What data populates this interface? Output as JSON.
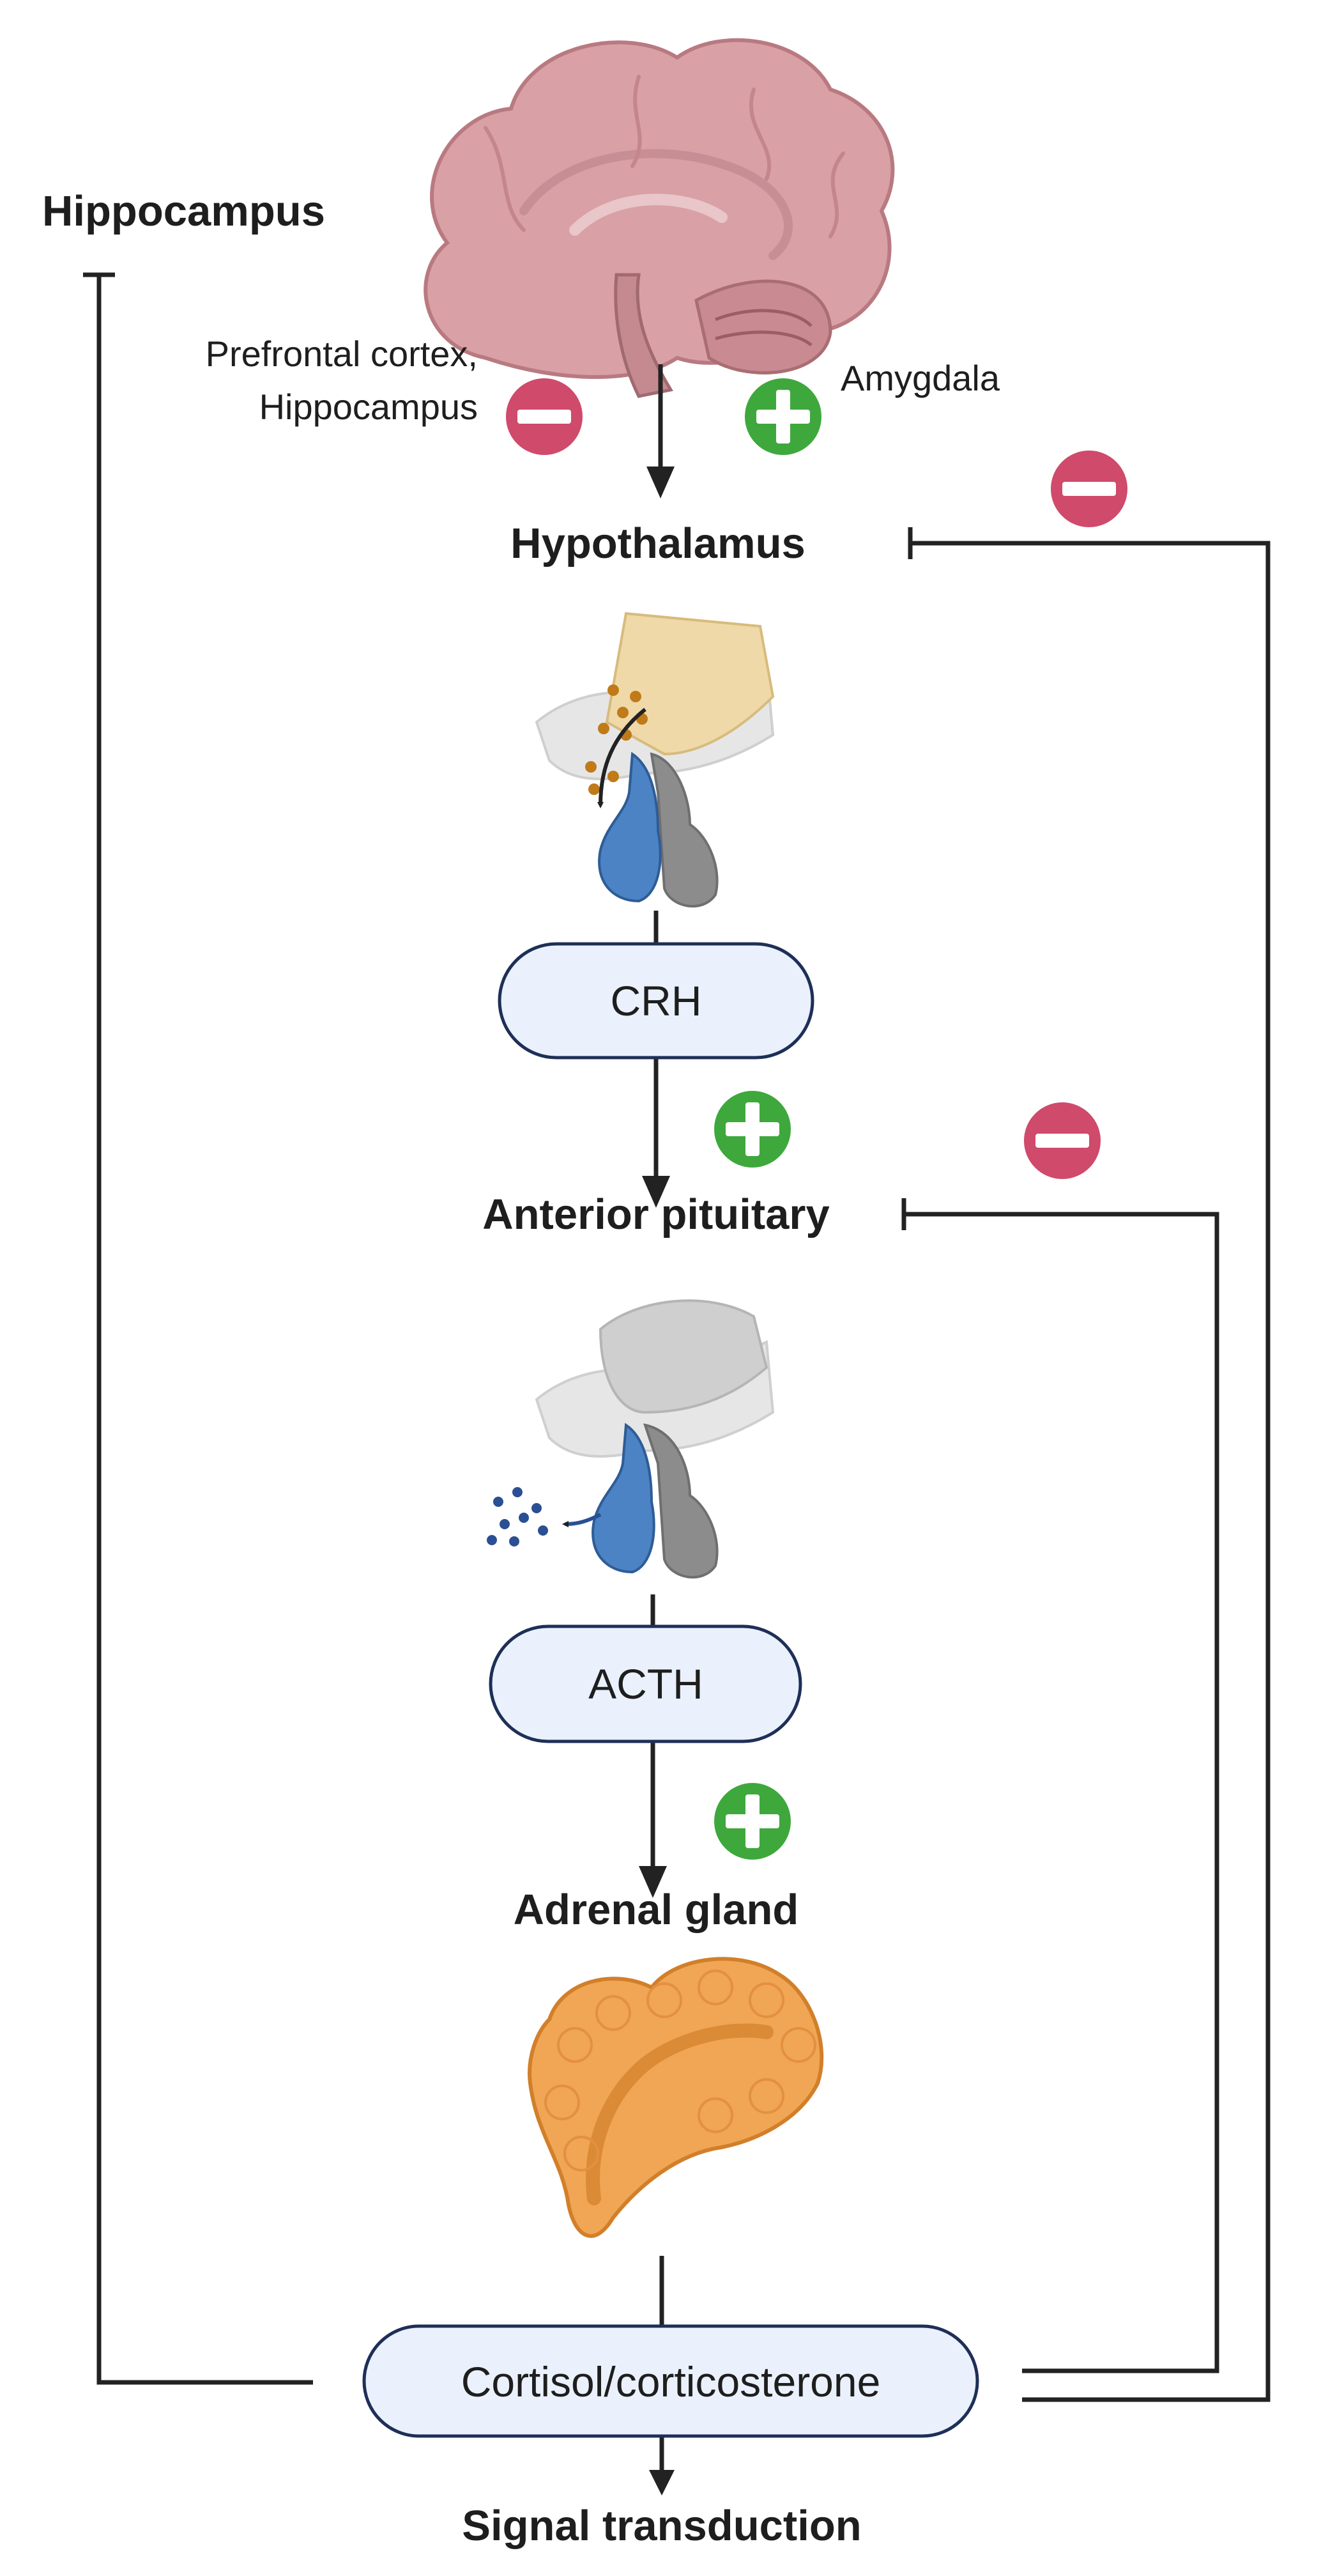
{
  "labels": {
    "hippocampus": "Hippocampus",
    "inhibitors_line1": "Prefrontal cortex,",
    "inhibitors_line2": "Hippocampus",
    "amygdala": "Amygdala",
    "hypothalamus": "Hypothalamus",
    "anterior_pituitary": "Anterior pituitary",
    "adrenal_gland": "Adrenal gland",
    "signal_transduction": "Signal transduction"
  },
  "boxes": {
    "crh": "CRH",
    "acth": "ACTH",
    "cortisol": "Cortisol/corticosterone"
  },
  "signs": {
    "minus": "−",
    "plus": "+"
  },
  "colors": {
    "line": "#222222",
    "box_fill": "#eaf1fc",
    "box_stroke": "#1e2f57",
    "inhibit": "#cf4a6b",
    "stimulate": "#3ea83c",
    "brain": "#d9a0a6",
    "brain_dark": "#b87a80",
    "hypothalamus_tissue": "#f0d9a8",
    "pituitary_anterior": "#4c83c4",
    "pituitary_posterior": "#8c8c8c",
    "adrenal": "#f0a654",
    "adrenal_dark": "#d27f2a",
    "secretion_dots": "#2a4f93",
    "crh_dots": "#c07a18"
  },
  "icons": {
    "brain": "brain-icon",
    "hypothalamus_pituitary": "hypothalamus-pituitary-icon",
    "pituitary": "pituitary-icon",
    "adrenal": "adrenal-gland-icon"
  }
}
